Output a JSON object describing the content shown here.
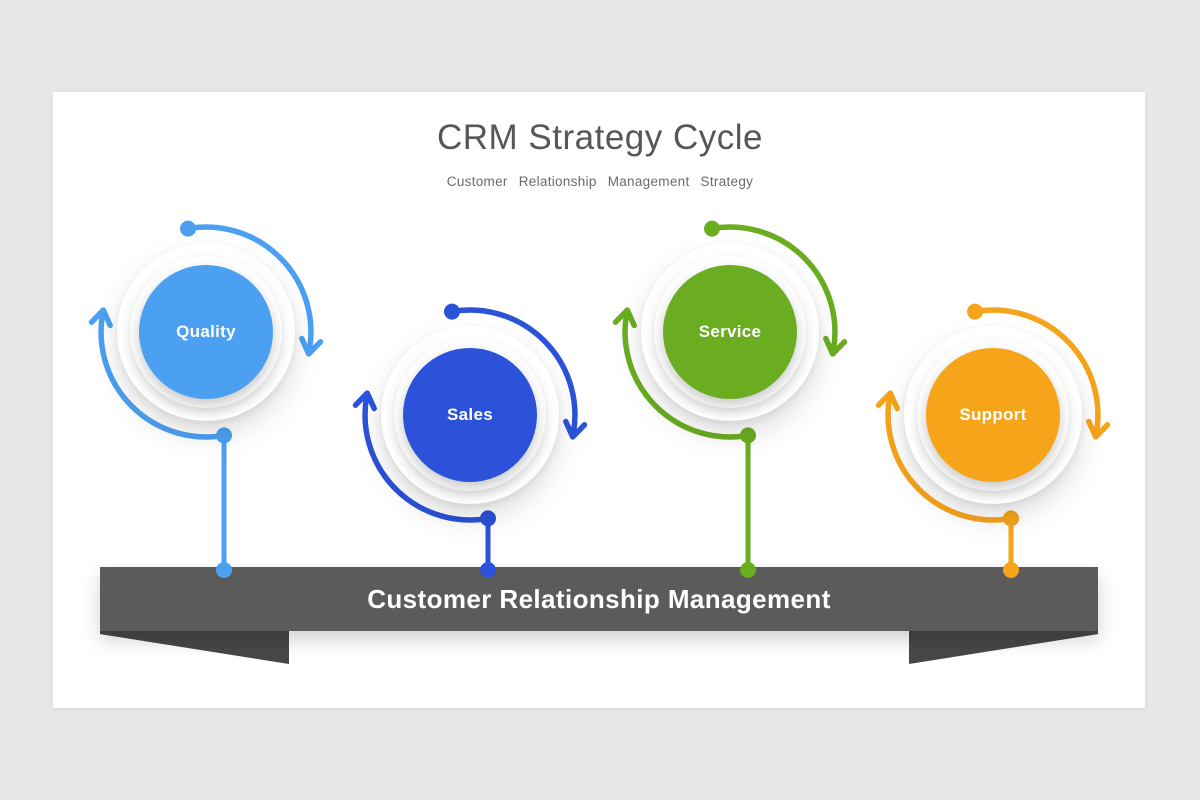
{
  "page": {
    "background": "#e8e7e7",
    "card_background": "#ffffff"
  },
  "header": {
    "title": "CRM Strategy Cycle",
    "subtitle": "Customer Relationship Management Strategy",
    "title_color": "#56575b",
    "subtitle_color": "#696a6d"
  },
  "units": [
    {
      "label": "Quality",
      "color": "#4ca0f1"
    },
    {
      "label": "Sales",
      "color": "#2b52d8"
    },
    {
      "label": "Service",
      "color": "#6aad21"
    },
    {
      "label": "Support",
      "color": "#f6a41a"
    }
  ],
  "ribbon": {
    "label": "Customer Relationship Management",
    "band_color": "#5b5b5b",
    "fold_color": "#474747",
    "text_color": "#ffffff"
  }
}
